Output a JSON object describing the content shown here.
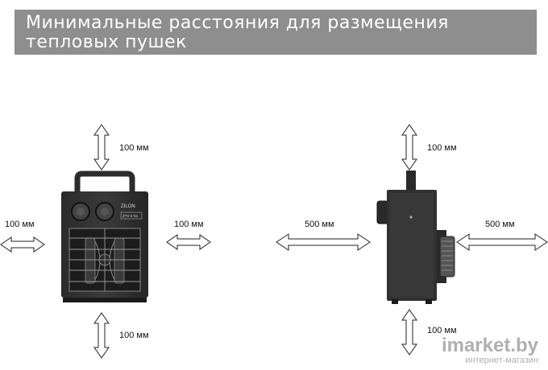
{
  "title": {
    "line1": "Минимальные расстояния для размещения",
    "line2": "тепловых пушек"
  },
  "front_view": {
    "top_clearance": "100 мм",
    "left_clearance": "100 мм",
    "right_clearance": "100 мм",
    "bottom_clearance": "100 мм",
    "brand": "ZILON",
    "model": "ZTV-2 N1"
  },
  "side_view": {
    "top_clearance": "100 мм",
    "left_clearance": "500 мм",
    "right_clearance": "500 мм",
    "bottom_clearance": "100 мм"
  },
  "watermark": {
    "logo": "imarket.by",
    "subtitle": "интернет-магазин"
  }
}
